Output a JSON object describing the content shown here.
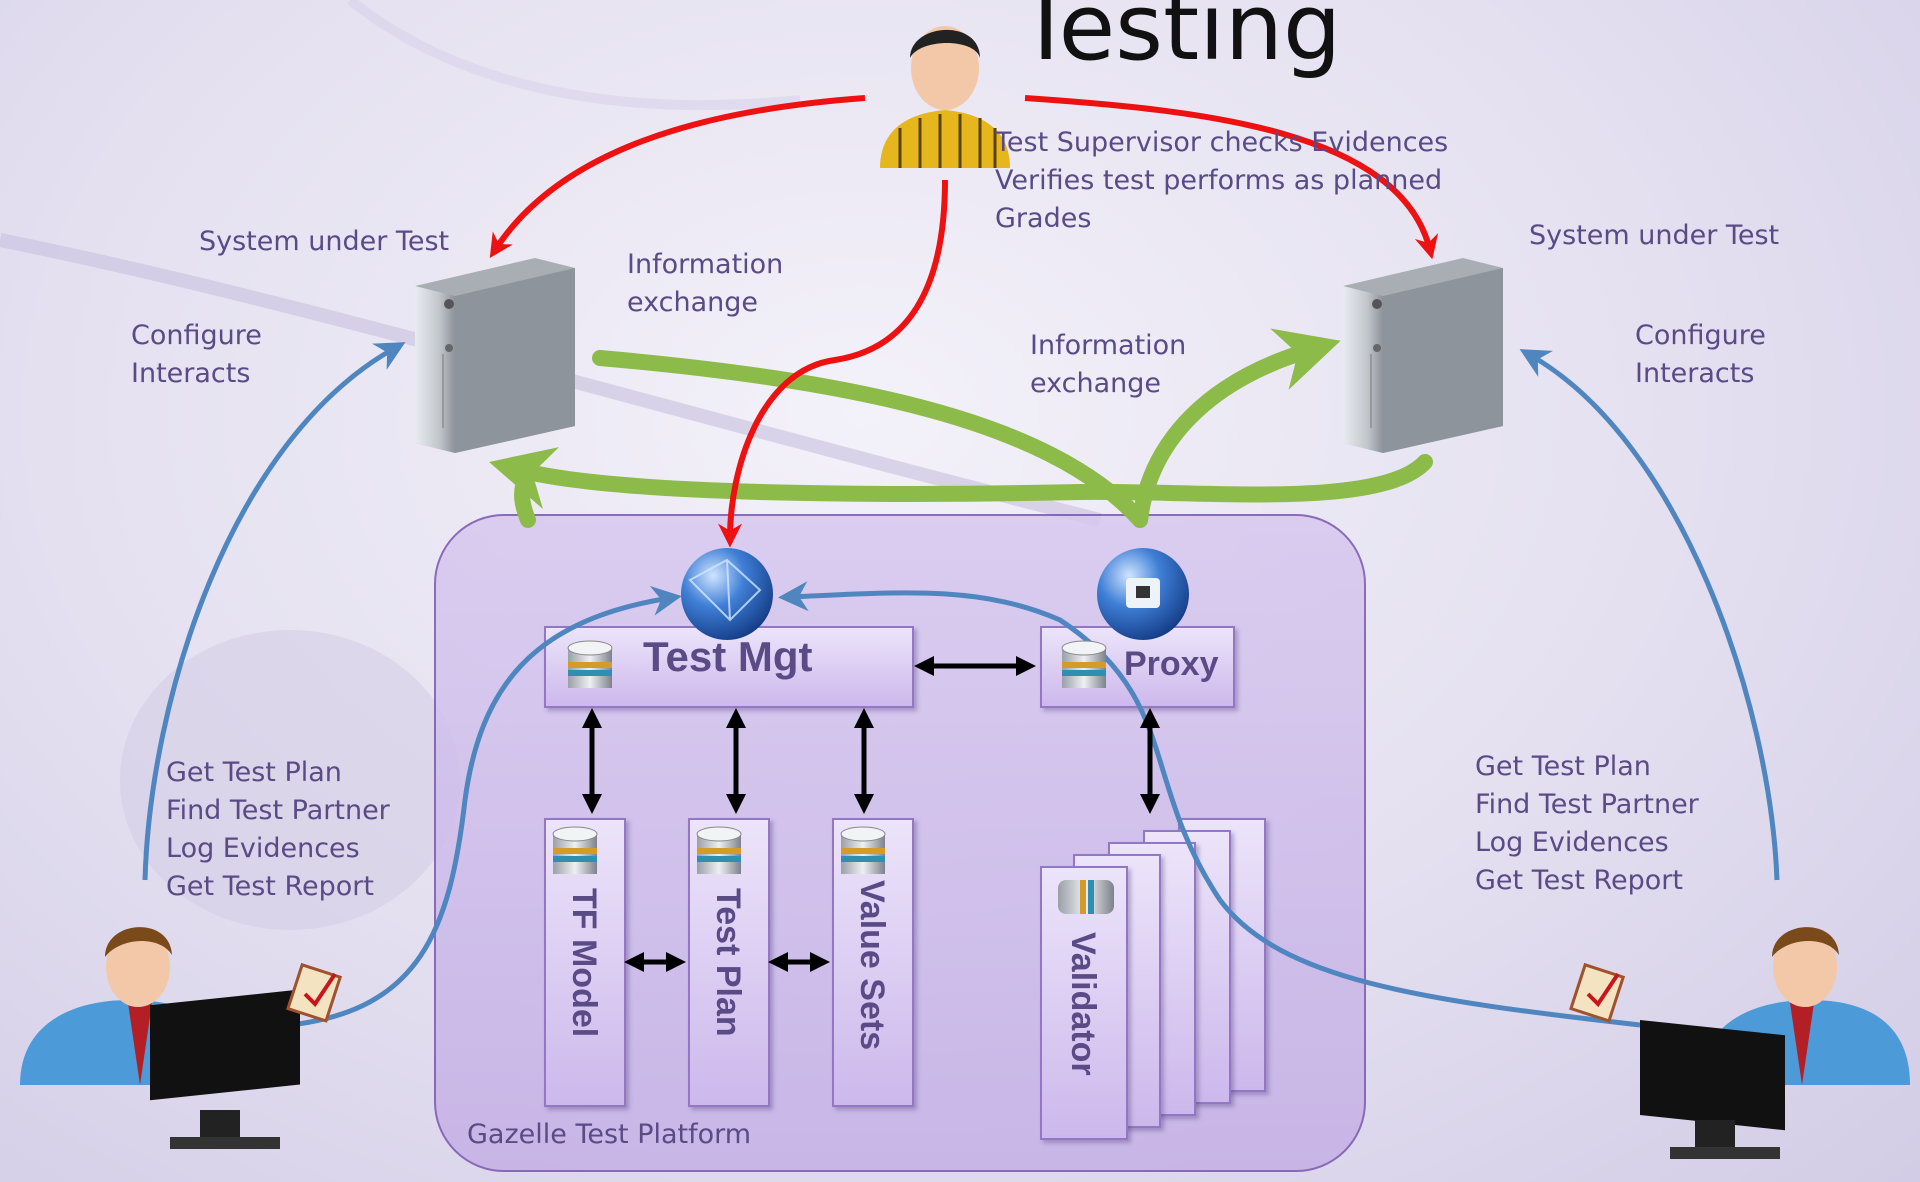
{
  "title": "Testing",
  "supervisor": {
    "lines": [
      "Test Supervisor checks Evidences",
      "Verifies test performs as planned",
      "Grades"
    ]
  },
  "left_sut": {
    "label": "System under Test",
    "info": [
      "Information",
      "exchange"
    ],
    "configure": [
      "Configure",
      "Interacts"
    ],
    "tasks": [
      "Get Test Plan",
      "Find Test Partner",
      "Log Evidences",
      "Get Test Report"
    ]
  },
  "right_sut": {
    "label": "System under Test",
    "info": [
      "Information",
      "exchange"
    ],
    "configure": [
      "Configure",
      "Interacts"
    ],
    "tasks": [
      "Get Test Plan",
      "Find Test Partner",
      "Log Evidences",
      "Get Test Report"
    ]
  },
  "platform": {
    "label": "Gazelle Test Platform",
    "test_mgt": "Test Mgt",
    "proxy": "Proxy",
    "tf_model": "TF Model",
    "test_plan": "Test Plan",
    "value_sets": "Value Sets",
    "validator": "Validator"
  },
  "colors": {
    "supervisor_arrow": "#ee1111",
    "exchange_arrow": "#8cbb4a",
    "user_arrow": "#4f86c0",
    "text": "#5a4a86"
  }
}
